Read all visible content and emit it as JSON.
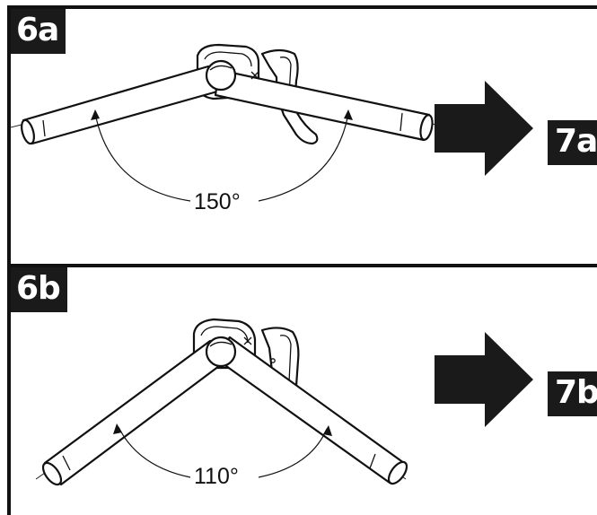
{
  "steps": [
    {
      "id": "6a",
      "label": "6a",
      "next_label": "7a",
      "angle_label": "150°"
    },
    {
      "id": "6b",
      "label": "6b",
      "next_label": "7b",
      "angle_label": "110°"
    }
  ],
  "colors": {
    "ink": "#111111",
    "badge": "#1a1a1a",
    "background": "#ffffff"
  }
}
